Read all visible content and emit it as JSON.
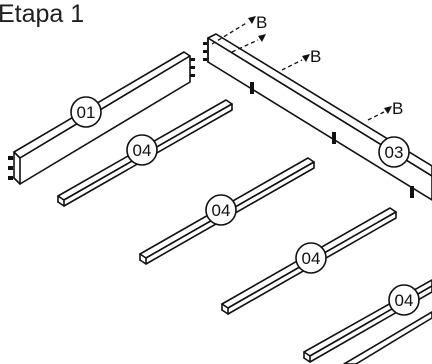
{
  "title": "Etapa 1",
  "parts": {
    "panel_left": "01",
    "panel_back": "03",
    "slat": "04"
  },
  "hardware_label": "B",
  "colors": {
    "ink": "#111111",
    "background": "#ffffff"
  }
}
